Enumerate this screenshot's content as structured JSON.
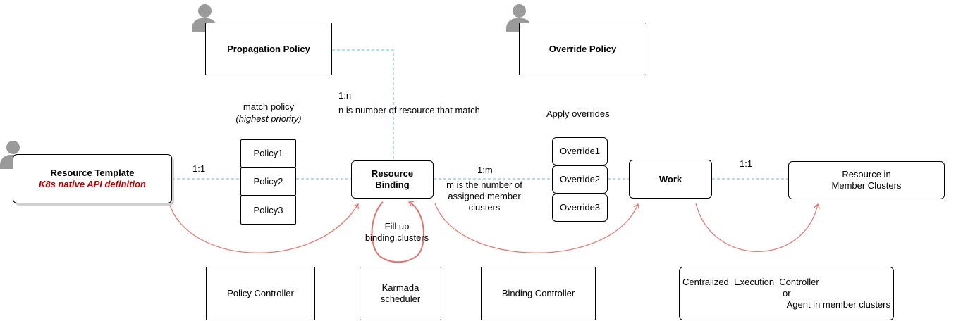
{
  "policies": {
    "propagation": "Propagation Policy",
    "override": "Override Policy"
  },
  "resource_template": {
    "title": "Resource Template",
    "subtitle": "K8s native API definition"
  },
  "match": {
    "label": "match policy",
    "note": "(highest priority)"
  },
  "policy_list": [
    "Policy1",
    "Policy2",
    "Policy3"
  ],
  "resource_binding": {
    "line1": "Resource",
    "line2": "Binding"
  },
  "fill_note": {
    "line1": "Fill up",
    "line2": "binding.clusters"
  },
  "one_to_n": {
    "ratio": "1:n",
    "note": "n is number of resource that match"
  },
  "apply_overrides": "Apply overrides",
  "override_list": [
    "Override1",
    "Override2",
    "Override3"
  ],
  "work": "Work",
  "member_resource": {
    "line1": "Resource in",
    "line2": "Member Clusters"
  },
  "ratios": {
    "template_binding": "1:1",
    "binding_work": "1:m",
    "work_member": "1:1"
  },
  "m_note": {
    "line1": "m is the number of",
    "line2": "assigned member",
    "line3": "clusters"
  },
  "controllers": {
    "policy": "Policy Controller",
    "scheduler_line1": "Karmada",
    "scheduler_line2": "scheduler",
    "binding": "Binding Controller",
    "execution_line1": "Centralized  Execution  Controller",
    "execution_line2": "or",
    "execution_line3": "Agent in member clusters"
  },
  "colors": {
    "dashed_link": "#5bbde4",
    "arc": "#e8716b",
    "accent_text": "#c00000",
    "person_icon": "#9a9a9a"
  }
}
